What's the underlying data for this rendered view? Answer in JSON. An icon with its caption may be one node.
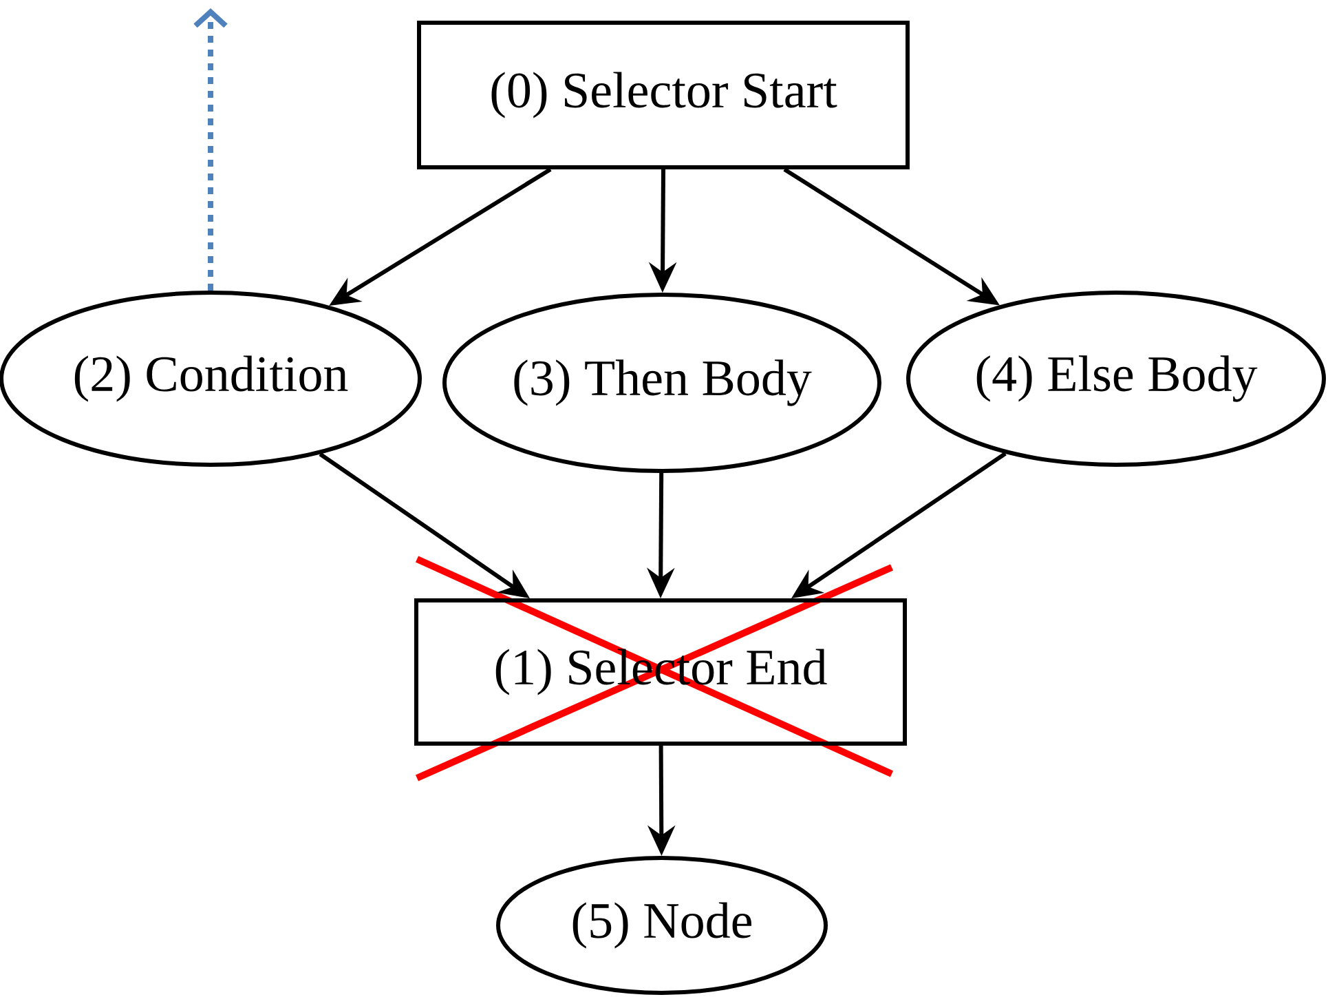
{
  "diagram": {
    "nodes": [
      {
        "text": [
          "(0) Selector Start"
        ]
      },
      {
        "text": [
          "(2) Condition"
        ]
      },
      {
        "text": [
          "(3) Then Body"
        ]
      },
      {
        "text": [
          "(4) Else Body"
        ]
      },
      {
        "text": [
          "(1) Selector End"
        ]
      },
      {
        "text": [
          "(5) Node"
        ]
      }
    ],
    "edges": [
      {
        "from": 0,
        "to": 1,
        "arrow": "to"
      },
      {
        "from": 0,
        "to": 2,
        "arrow": "to"
      },
      {
        "from": 0,
        "to": 3,
        "arrow": "to"
      },
      {
        "from": 1,
        "to": 4,
        "arrow": "to"
      },
      {
        "from": 2,
        "to": 4,
        "arrow": "to"
      },
      {
        "from": 3,
        "to": 4,
        "arrow": "to"
      },
      {
        "from": 4,
        "to": 5,
        "arrow": "to"
      },
      {
        "from": 1,
        "to": null,
        "arrow": "to",
        "style": "dashed",
        "color": "#4f81bd"
      }
    ]
  }
}
